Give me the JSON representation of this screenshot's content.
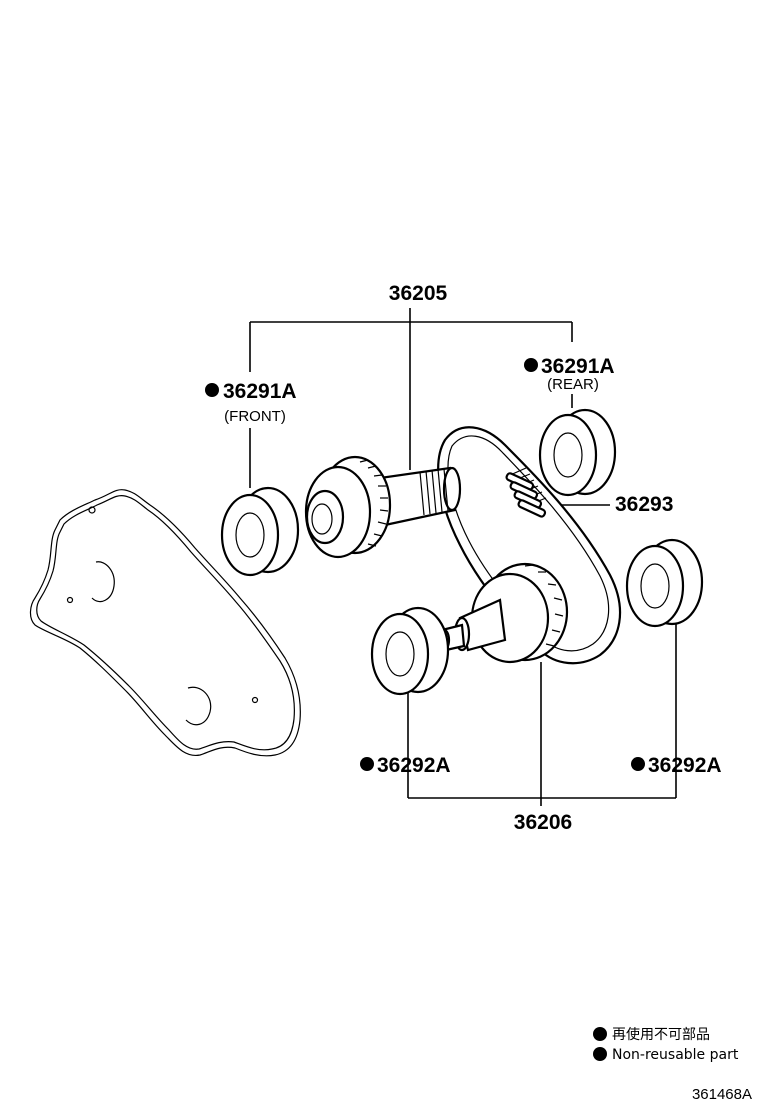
{
  "parts": {
    "p36205": "36205",
    "p36206": "36206",
    "p36293": "36293",
    "front_bearing": {
      "number": "36291A",
      "note": "(FRONT)"
    },
    "rear_bearing": {
      "number": "36291A",
      "note": "(REAR)"
    },
    "lower_left_bearing": {
      "number": "36292A"
    },
    "lower_right_bearing": {
      "number": "36292A"
    }
  },
  "legend": {
    "line1": "再使用不可部品",
    "line2": "Non-reusable part"
  },
  "diagram_code": "361468A"
}
